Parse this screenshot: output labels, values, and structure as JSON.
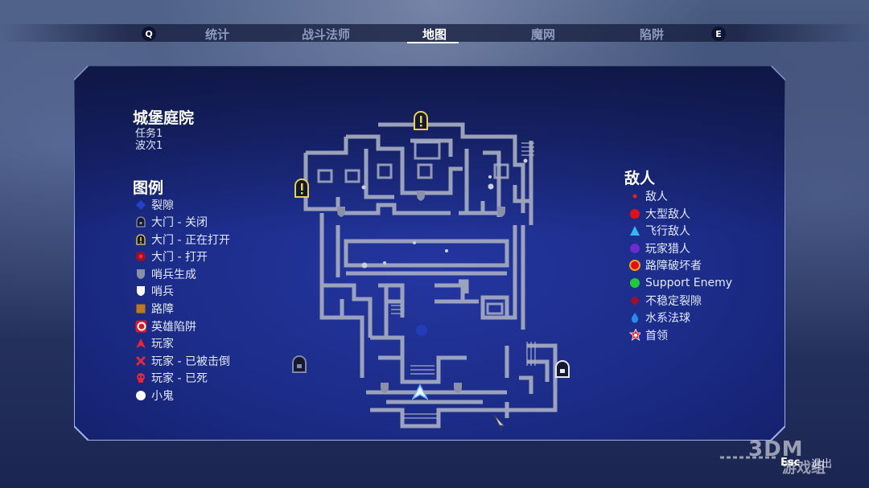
{
  "tabs": {
    "left_key": "Q",
    "right_key": "E",
    "items": [
      {
        "label": "统计",
        "active": false
      },
      {
        "label": "战斗法师",
        "active": false
      },
      {
        "label": "地图",
        "active": true
      },
      {
        "label": "魔网",
        "active": false
      },
      {
        "label": "陷阱",
        "active": false
      }
    ]
  },
  "area": {
    "title": "城堡庭院",
    "mission": "任务1",
    "wave": "波次1"
  },
  "legend": {
    "title": "图例",
    "items": [
      {
        "label": "裂隙",
        "icon": "rift-icon"
      },
      {
        "label": "大门 - 关闭",
        "icon": "gate-closed-icon"
      },
      {
        "label": "大门 - 正在打开",
        "icon": "gate-opening-icon"
      },
      {
        "label": "大门 - 打开",
        "icon": "gate-open-icon"
      },
      {
        "label": "哨兵生成",
        "icon": "guardian-spawn-icon"
      },
      {
        "label": "哨兵",
        "icon": "guardian-icon"
      },
      {
        "label": "路障",
        "icon": "barricade-icon"
      },
      {
        "label": "英雄陷阱",
        "icon": "hero-trap-icon"
      },
      {
        "label": "玩家",
        "icon": "player-icon"
      },
      {
        "label": "玩家 - 已被击倒",
        "icon": "player-downed-icon"
      },
      {
        "label": "玩家 - 已死",
        "icon": "player-dead-icon"
      },
      {
        "label": "小鬼",
        "icon": "kobold-icon"
      }
    ]
  },
  "enemies": {
    "title": "敌人",
    "items": [
      {
        "label": "敌人",
        "icon": "enemy-dot-icon",
        "color": "#e0202a"
      },
      {
        "label": "大型敌人",
        "icon": "large-enemy-icon",
        "color": "#e0101a"
      },
      {
        "label": "飞行敌人",
        "icon": "flying-enemy-icon",
        "color": "#35b8f0"
      },
      {
        "label": "玩家猎人",
        "icon": "player-hunter-icon",
        "color": "#6a2bd0"
      },
      {
        "label": "路障破坏者",
        "icon": "barricade-breaker-icon",
        "color": "#f0a020"
      },
      {
        "label": "Support Enemy",
        "icon": "support-enemy-icon",
        "color": "#22c83a"
      },
      {
        "label": "不稳定裂隙",
        "icon": "unstable-rift-icon",
        "color": "#a0102a"
      },
      {
        "label": "水系法球",
        "icon": "water-orb-icon",
        "color": "#2a8af0"
      },
      {
        "label": "首领",
        "icon": "boss-icon",
        "color": "#e0202a"
      }
    ]
  },
  "footer": {
    "esc_key": "Esc",
    "esc_label": "退出"
  },
  "watermark": {
    "line1": "3DM",
    "line2": "游戏组"
  },
  "colors": {
    "panel_bg": "#1a2a82",
    "panel_border": "#9fb2ec",
    "map_wall": "#a9afc3"
  }
}
